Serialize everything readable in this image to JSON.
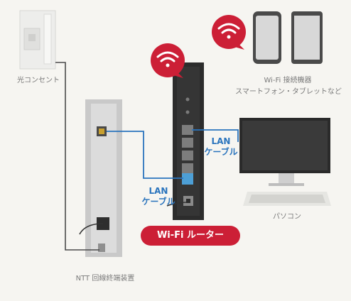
{
  "labels": {
    "outlet": "光コンセント",
    "ntt": "NTT 回線終端装置",
    "wifi_devices": "Wi-Fi 接続機器",
    "wifi_devices_sub": "スマートフォン・タブレットなど",
    "pc": "パソコン",
    "lan1_line1": "LAN",
    "lan1_line2": "ケーブル",
    "lan2_line1": "LAN",
    "lan2_line2": "ケーブル",
    "router": "Wi-Fi ルーター"
  },
  "colors": {
    "background": "#f6f5f1",
    "brand_red": "#cc1f36",
    "lan_blue": "#2a74bd",
    "router_dark": "#2c2c2c",
    "ntt_gray": "#c9c9c9"
  },
  "icons": [
    "wifi-icon",
    "smartphone-icon",
    "tablet-icon",
    "monitor-icon",
    "keyboard-icon",
    "optical-outlet-icon"
  ]
}
